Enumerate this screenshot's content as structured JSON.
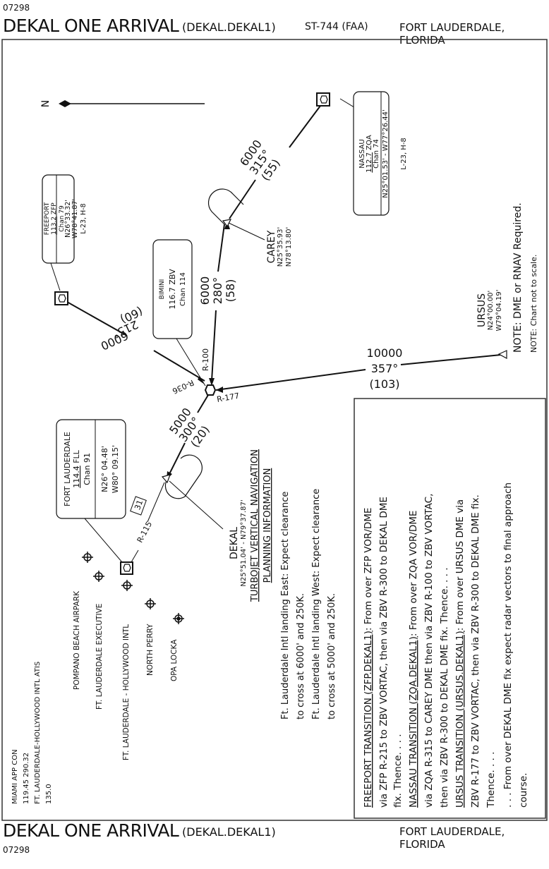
{
  "header": {
    "chart_code": "07298",
    "title": "DEKAL ONE ARRIVAL",
    "computer_code": "(DEKAL.DEKAL1)",
    "chart_id": "ST-744 (FAA)",
    "location": "FORT LAUDERDALE, FLORIDA"
  },
  "footer": {
    "title": "DEKAL ONE ARRIVAL",
    "computer_code": "(DEKAL.DEKAL1)",
    "location": "FORT LAUDERDALE, FLORIDA",
    "chart_code": "07298"
  },
  "north_label": "N",
  "notes": {
    "dme": "NOTE: DME or RNAV Required.",
    "scale": "NOTE: Chart not to scale."
  },
  "comms": {
    "line1": "MIAMI APP CON",
    "line2": "119.45  290.32",
    "line3": "FT. LAUDERDALE-HOLLYWOOD INTL  ATIS",
    "line4": "135.0"
  },
  "navaids": {
    "freeport": {
      "name": "FREEPORT",
      "freq": "113.2",
      "ident": "ZFP",
      "chan": "Chan 79",
      "lat": "N26°33.32'",
      "lon": "W78°41.87'",
      "charts": "L-23, H-8"
    },
    "nassau": {
      "name": "NASSAU",
      "freq": "112.7",
      "ident": "ZQA",
      "chan": "Chan 74",
      "coords": "N25°01.53' - W77°26.44'",
      "charts": "L-23, H-8"
    },
    "bimini": {
      "name": "BIMINI",
      "freq": "116.7",
      "ident": "ZBV",
      "chan": "Chan 114"
    },
    "fort_lauderdale": {
      "name": "FORT LAUDERDALE",
      "freq": "114.4",
      "ident": "FLL",
      "chan": "Chan 91",
      "lat": "N26° 04.48'",
      "lon": "W80° 09.15'"
    }
  },
  "fixes": {
    "carey": {
      "name": "CAREY",
      "lat": "N25°35.93'",
      "lon": "N78°13.80'"
    },
    "ursus": {
      "name": "URSUS",
      "lat": "N24°00.00'",
      "lon": "W79°04.19'"
    },
    "dekal": {
      "name": "DEKAL",
      "coords": "N25°51.04' - N79°37.87'"
    }
  },
  "routes": {
    "freeport": {
      "alt": "6000",
      "course": "215°",
      "dist": "(60)"
    },
    "nassau": {
      "alt": "6000",
      "course": "315°",
      "dist": "(55)"
    },
    "carey": {
      "alt": "6000",
      "course": "280°",
      "dist": "(58)"
    },
    "ursus": {
      "alt": "10000",
      "course": "357°",
      "dist": "(103)"
    },
    "dekal": {
      "alt": "5000",
      "course": "300°",
      "dist": "(20)"
    }
  },
  "radials": {
    "r100": "R-100",
    "r036": "R-036",
    "r177": "R-177",
    "r115": "R-115",
    "dme31": "31"
  },
  "airports": [
    "POMPANO BEACH AIRPARK",
    "FT. LAUDERDALE EXECUTIVE",
    "FT. LAUDERDALE - HOLLYWOOD INTL",
    "NORTH PERRY",
    "OPA LOCKA"
  ],
  "turbojet": {
    "title1": "TURBOJET VERTICAL NAVIGATION",
    "title2": "PLANNING INFORMATION",
    "line1": "Ft. Lauderdale Intl landing East: Expect clearance",
    "line2": "to cross at 6000' and 250K.",
    "line3": "Ft. Lauderdale Intl landing West: Expect clearance",
    "line4": "to cross at 5000' and 250K."
  },
  "transitions": {
    "l1a": "FREEPORT TRANSITION (ZFP.DEKAL1)",
    "l1b": ": From over ZFP VOR/DME",
    "l2": "via ZFP R-215 to ZBV VORTAC, then via  ZBV R-300 to DEKAL DME",
    "l3": "fix.  Thence. . . .",
    "l4a": "NASSAU TRANSITION (ZQA.DEKAL1)",
    "l4b": ": From over ZQA VOR/DME",
    "l5": "via ZQA R-315 to CAREY DME then via  ZBV R-100 to ZBV VORTAC,",
    "l6": "then via ZBV R-300 to DEKAL DME fix.   Thence. . . .",
    "l7a": "URSUS TRANSITION (URSUS.DEKAL1)",
    "l7b": ": From over URSUS DME via",
    "l8": "ZBV R-177 to ZBV VORTAC, then via ZBV R-300 to DEKAL DME fix.",
    "l9": "Thence. . . .",
    "l10": ". . . From over DEKAL DME fix expect radar vectors to final approach",
    "l11": "course."
  }
}
